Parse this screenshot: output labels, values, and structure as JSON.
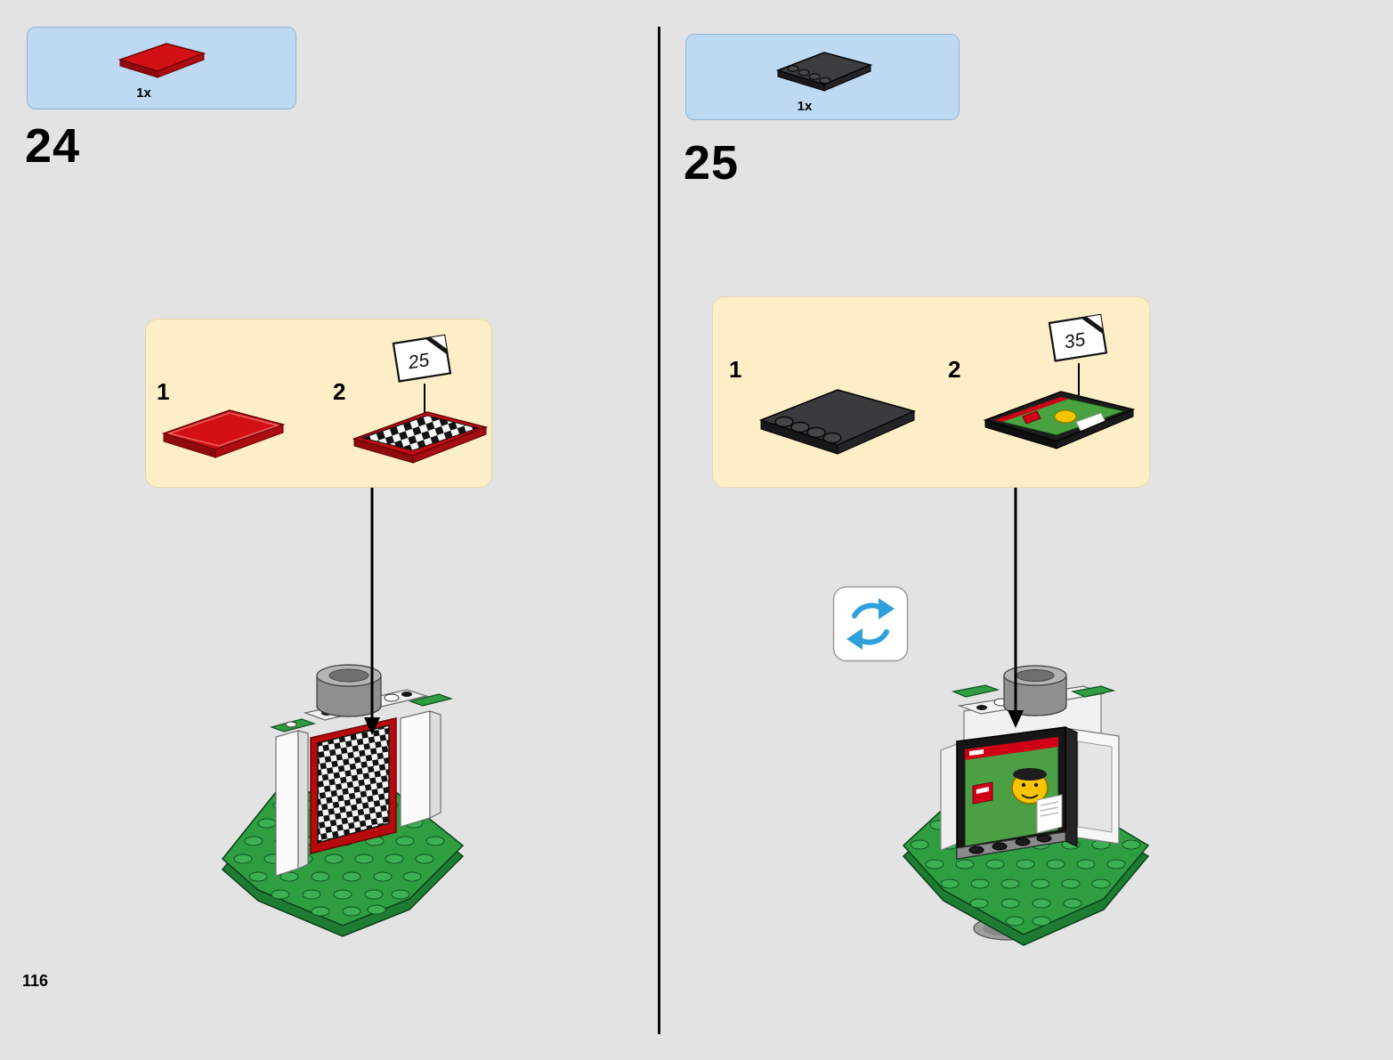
{
  "page": {
    "number": "116"
  },
  "step24": {
    "number": "24",
    "parts_count": "1x",
    "item1_label": "1",
    "item2_label": "2",
    "sticker_number": "25"
  },
  "step25": {
    "number": "25",
    "parts_count": "1x",
    "item1_label": "1",
    "item2_label": "2",
    "sticker_number": "35"
  },
  "colors": {
    "page_background": "#e3e3e3",
    "parts_box_blue": "#bed9f2",
    "callout_cream": "#fceec6",
    "lego_red": "#d21015",
    "lego_green": "#2f9e41",
    "rotate_arrow_blue": "#2ea0dc",
    "divider_black": "#0a0a0a"
  }
}
